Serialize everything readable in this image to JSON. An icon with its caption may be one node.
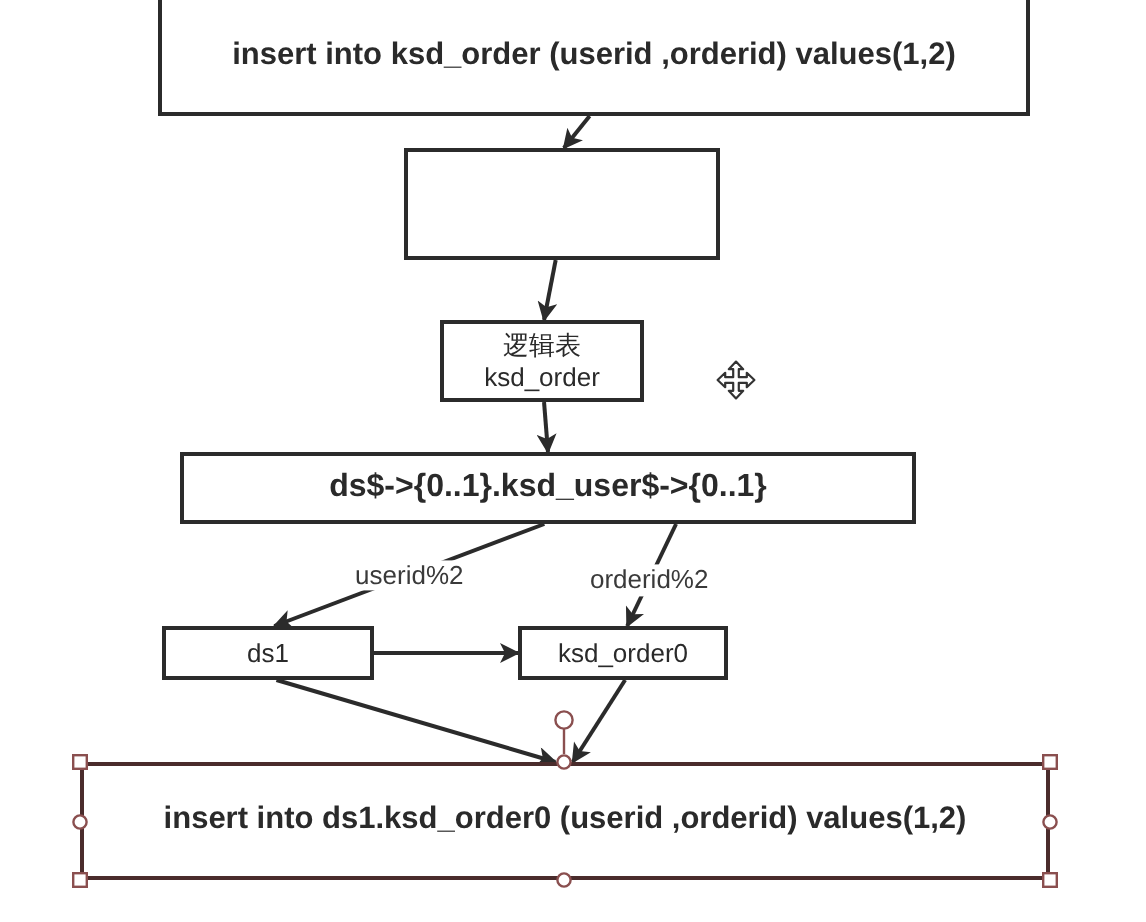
{
  "diagram": {
    "nodes": [
      {
        "text": [
          "insert into ksd_order (userid ,orderid) values(1,2)"
        ]
      },
      {
        "text": [],
        "shape": "box"
      },
      {
        "text": [
          "逻辑表",
          "ksd_order"
        ]
      },
      {
        "text": [
          "ds$->{0..1}.ksd_user$->{0..1}"
        ]
      },
      {
        "text": [
          "ds1"
        ]
      },
      {
        "text": [
          "ksd_order0"
        ]
      },
      {
        "text": [
          "insert into ds1.ksd_order0 (userid ,orderid) values(1,2)"
        ]
      }
    ],
    "edges": [
      {
        "from": 0,
        "to": 1,
        "arrow": "to"
      },
      {
        "from": 1,
        "to": 2,
        "arrow": "to"
      },
      {
        "from": 2,
        "to": 3,
        "arrow": "to"
      },
      {
        "from": 3,
        "to": 4,
        "arrow": "to",
        "label": "userid%2"
      },
      {
        "from": 3,
        "to": 5,
        "arrow": "to",
        "label": "orderid%2"
      },
      {
        "from": 4,
        "to": 5,
        "arrow": "to"
      },
      {
        "from": 4,
        "to": 6,
        "arrow": "to"
      },
      {
        "from": 5,
        "to": 6,
        "arrow": "to"
      }
    ]
  }
}
